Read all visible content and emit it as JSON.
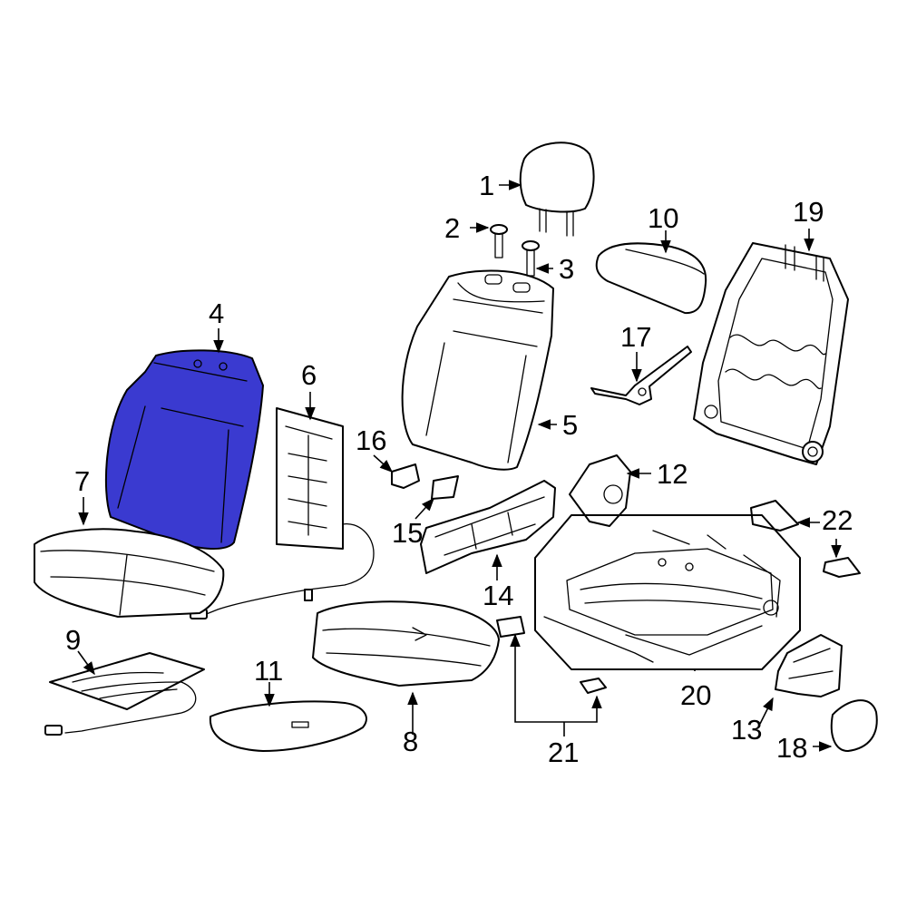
{
  "colors": {
    "highlight": "#3a3ad0",
    "line": "#000000",
    "background": "#ffffff"
  },
  "highlighted_part": "4",
  "callouts": {
    "c1": "1",
    "c2": "2",
    "c3": "3",
    "c4": "4",
    "c5": "5",
    "c6": "6",
    "c7": "7",
    "c8": "8",
    "c9": "9",
    "c10": "10",
    "c11": "11",
    "c12": "12",
    "c13": "13",
    "c14": "14",
    "c15": "15",
    "c16": "16",
    "c17": "17",
    "c18": "18",
    "c19": "19",
    "c20": "20",
    "c21": "21",
    "c22": "22"
  }
}
